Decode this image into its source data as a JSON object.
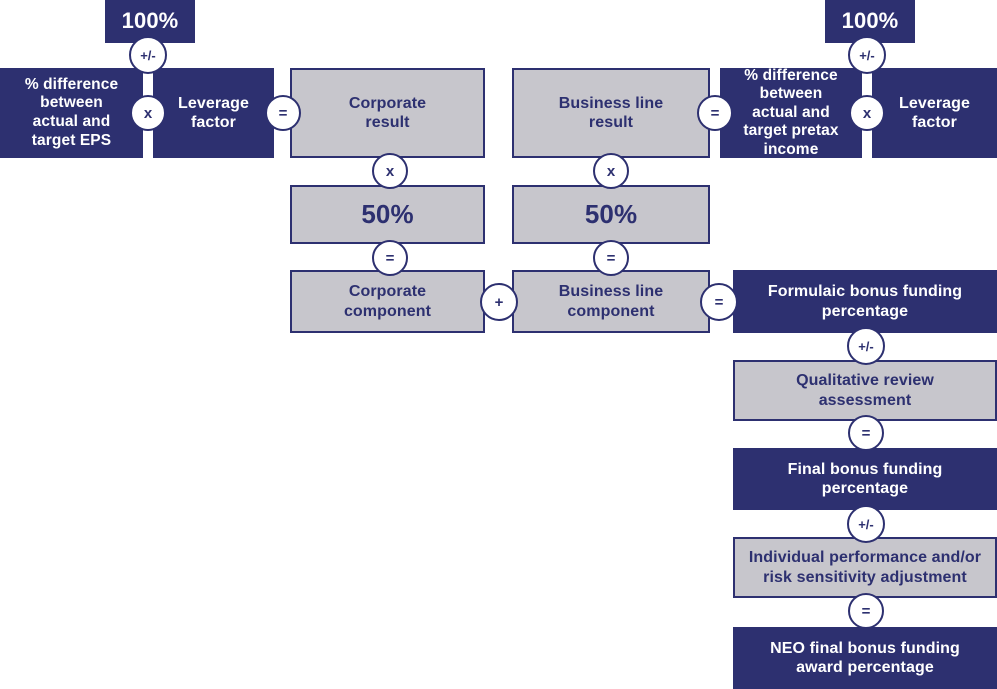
{
  "colors": {
    "navy": "#2d3070",
    "gray": "#c7c6cc"
  },
  "operators": {
    "plus_minus": "+/-",
    "multiply": "x",
    "equals": "=",
    "plus": "+"
  },
  "diagram": {
    "top_left_weight": "100%",
    "top_right_weight": "100%",
    "eps_difference": "% difference\nbetween\nactual and\ntarget EPS",
    "leverage_factor_left": "Leverage\nfactor",
    "corporate_result": "Corporate\nresult",
    "business_line_result": "Business line\nresult",
    "pretax_difference": "% difference\nbetween\nactual and\ntarget pretax\nincome",
    "leverage_factor_right": "Leverage\nfactor",
    "corporate_weight": "50%",
    "business_weight": "50%",
    "corporate_component": "Corporate\ncomponent",
    "business_line_component": "Business line\ncomponent",
    "formulaic_bonus_funding": "Formulaic bonus funding\npercentage",
    "qualitative_review": "Qualitative review\nassessment",
    "final_bonus_funding": "Final bonus funding\npercentage",
    "individual_adjustment": "Individual performance and/or\nrisk sensitivity adjustment",
    "neo_final_bonus": "NEO final bonus funding\naward percentage"
  }
}
